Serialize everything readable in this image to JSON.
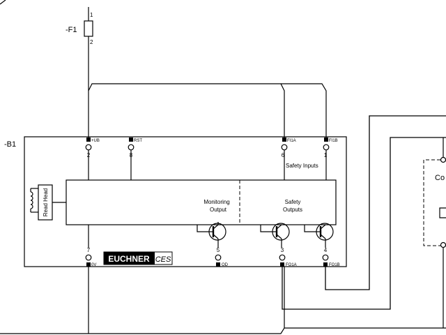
{
  "fuse": {
    "ref": "-F1",
    "pin_top": "1",
    "pin_bottom": "2"
  },
  "device": {
    "ref": "-B1",
    "logo_brand": "EUCHNER",
    "logo_product": "CES",
    "read_head": "Read Head",
    "monitoring_output_line1": "Monitoring",
    "monitoring_output_line2": "Output",
    "safety_outputs_line1": "Safety",
    "safety_outputs_line2": "Outputs",
    "safety_inputs": "Safety Inputs"
  },
  "terminals_top": [
    {
      "num": "2",
      "name": "+UB"
    },
    {
      "num": "8",
      "name": "RST"
    },
    {
      "num": "6",
      "name": "FI1A"
    },
    {
      "num": "1",
      "name": "FI1B"
    }
  ],
  "terminals_bottom": [
    {
      "num": "7",
      "name": "0V"
    },
    {
      "num": "5",
      "name": "OD"
    },
    {
      "num": "3",
      "name": "FO1A"
    },
    {
      "num": "4",
      "name": "FO1B"
    }
  ],
  "controller_partial": "Co"
}
